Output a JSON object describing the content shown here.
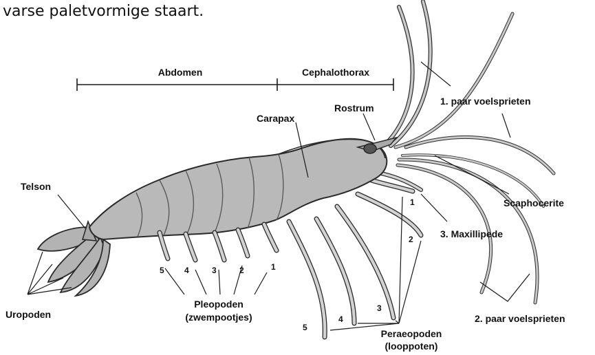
{
  "caption_fragment": "varse paletvormige staart.",
  "sections": {
    "abdomen": "Abdomen",
    "cephalothorax": "Cephalothorax"
  },
  "labels": {
    "carapax": "Carapax",
    "rostrum": "Rostrum",
    "telson": "Telson",
    "antenna1": "1. paar voelsprieten",
    "scaphocerite": "Scaphocerite",
    "maxillipede": "3. Maxillipede",
    "antenna2": "2. paar voelsprieten",
    "uropoden": "Uropoden",
    "pleopoden": "Pleopoden",
    "pleopoden_sub": "(zwempootjes)",
    "peraeopoden": "Peraeopoden",
    "peraeopoden_sub": "(looppoten)"
  },
  "pleopod_numbers": [
    "5",
    "4",
    "3",
    "2",
    "1"
  ],
  "peraeopod_numbers": [
    "1",
    "2",
    "3",
    "4",
    "5"
  ],
  "colors": {
    "body_fill": "#b9b9b9",
    "outline": "#2a2a2a",
    "leader": "#1a1a1a",
    "text": "#111111"
  }
}
